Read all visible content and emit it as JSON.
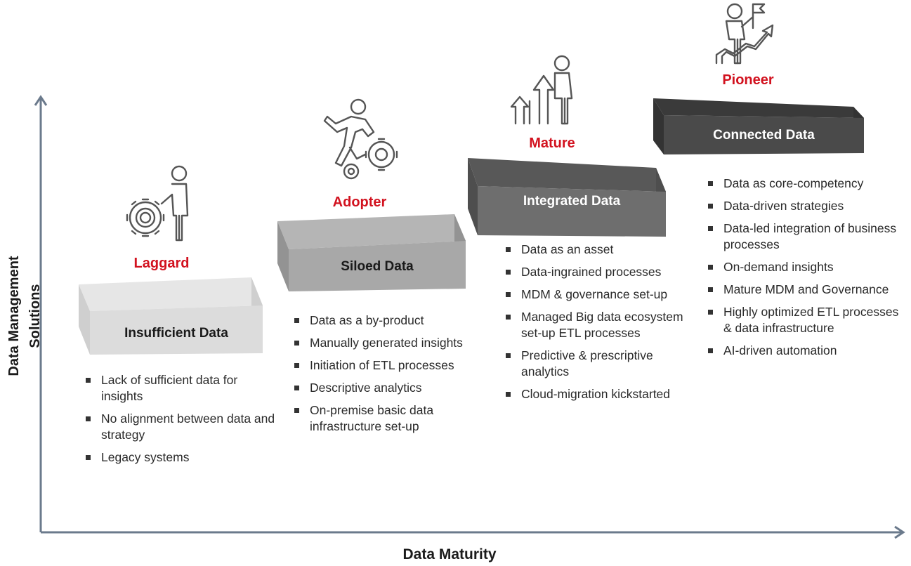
{
  "axes": {
    "y_label": "Data Management Solutions",
    "x_label": "Data Maturity"
  },
  "stages": [
    {
      "level": "Laggard",
      "block": "Insufficient Data",
      "icon": "person-with-gear-icon",
      "bullets": [
        "Lack of sufficient data for insights",
        "No alignment between data and strategy",
        "Legacy systems"
      ]
    },
    {
      "level": "Adopter",
      "block": "Siloed Data",
      "icon": "running-person-gears-icon",
      "bullets": [
        "Data as a by-product",
        "Manually generated insights",
        "Initiation of ETL processes",
        "Descriptive analytics",
        "On-premise basic data infrastructure set-up"
      ]
    },
    {
      "level": "Mature",
      "block": "Integrated Data",
      "icon": "person-growth-arrows-icon",
      "bullets": [
        "Data as an asset",
        "Data-ingrained processes",
        "MDM & governance set-up",
        "Managed Big data ecosystem set-up ETL processes",
        "Predictive & prescriptive analytics",
        "Cloud-migration kickstarted"
      ]
    },
    {
      "level": "Pioneer",
      "block": "Connected Data",
      "icon": "person-flag-growth-icon",
      "bullets": [
        "Data as core-competency",
        "Data-driven strategies",
        "Data-led integration of business processes",
        "On-demand insights",
        "Mature MDM and Governance",
        "Highly optimized ETL processes & data infrastructure",
        "AI-driven automation"
      ]
    }
  ],
  "colors": {
    "accent_red": "#d2121f",
    "axis": "#6b7a8c",
    "block_1": "#dcdcdc",
    "block_2": "#a8a8a8",
    "block_3": "#6e6e6e",
    "block_4": "#4a4a4a"
  }
}
